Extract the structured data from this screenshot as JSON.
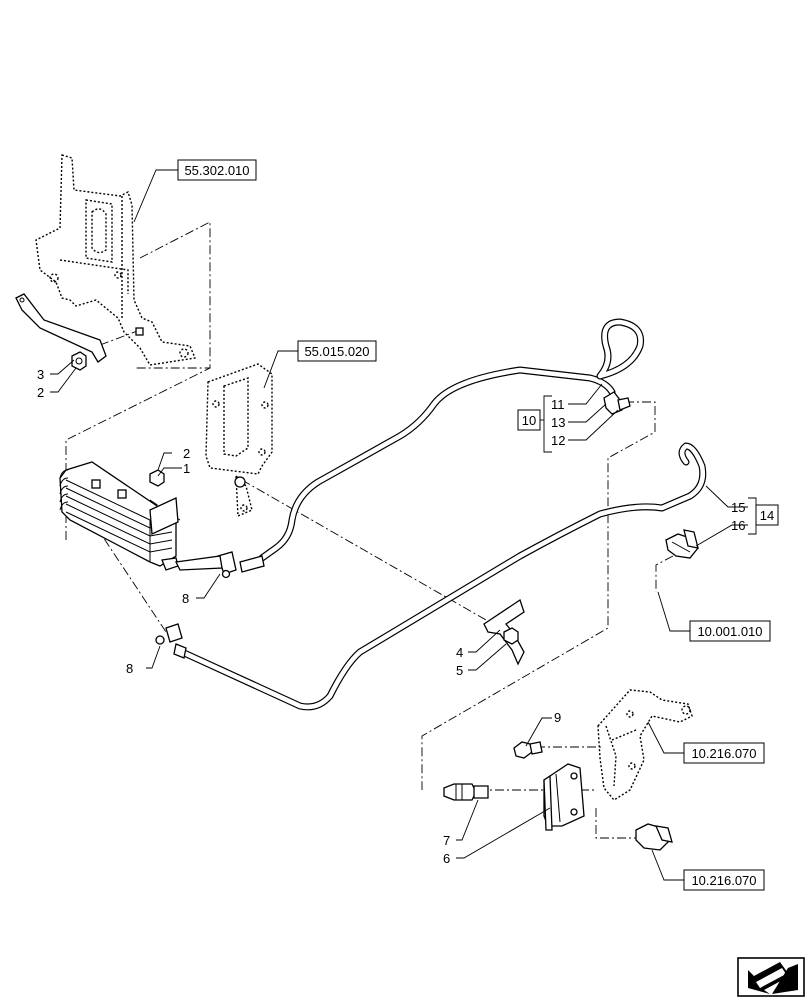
{
  "references": [
    {
      "id": "ref-55-302-010",
      "label": "55.302.010"
    },
    {
      "id": "ref-55-015-020",
      "label": "55.015.020"
    },
    {
      "id": "ref-10-001-010",
      "label": "10.001.010"
    },
    {
      "id": "ref-10-216-070-a",
      "label": "10.216.070"
    },
    {
      "id": "ref-10-216-070-b",
      "label": "10.216.070"
    }
  ],
  "callouts": {
    "c1": "1",
    "c2a": "2",
    "c2b": "2",
    "c3": "3",
    "c4": "4",
    "c5": "5",
    "c6": "6",
    "c7": "7",
    "c8a": "8",
    "c8b": "8",
    "c9": "9",
    "c11": "11",
    "c12": "12",
    "c13": "13",
    "c15": "15",
    "c16": "16"
  },
  "groups": {
    "g10": "10",
    "g14": "14"
  },
  "nav_icon": "next-page-arrow-icon"
}
